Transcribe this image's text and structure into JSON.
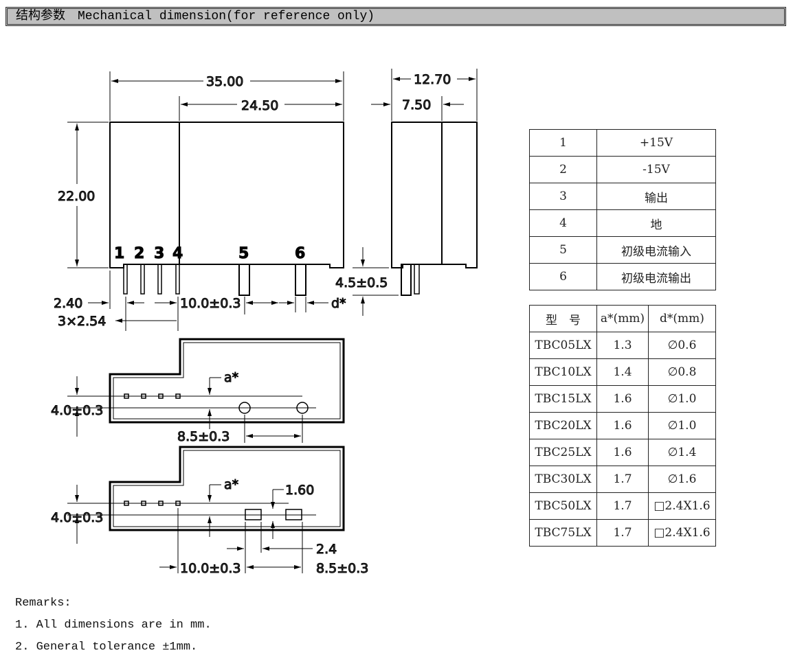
{
  "header": {
    "title_cn": "结构参数",
    "title_en": "Mechanical dimension(for reference only)"
  },
  "drawing": {
    "front": {
      "width_total": "35.00",
      "width_body": "24.50",
      "height": "22.00",
      "pins": [
        "1",
        "2",
        "3",
        "4",
        "5",
        "6"
      ],
      "pin_offset": "2.40",
      "pin_pitch": "3×2.54",
      "pin_spacing": "10.0±0.3",
      "pin_dia": "d*"
    },
    "side": {
      "depth": "12.70",
      "depth_inner": "7.50",
      "pin_length": "4.5±0.5"
    },
    "bottom_round": {
      "row_offset": "4.0±0.3",
      "a_label": "a*",
      "spacing": "8.5±0.3"
    },
    "bottom_square": {
      "row_offset": "4.0±0.3",
      "a_label": "a*",
      "pin_width": "1.60",
      "pin_len": "2.4",
      "spacing1": "10.0±0.3",
      "spacing2": "8.5±0.3"
    }
  },
  "pin_table": [
    [
      "1",
      "+15V"
    ],
    [
      "2",
      "-15V"
    ],
    [
      "3",
      "输出"
    ],
    [
      "4",
      "地"
    ],
    [
      "5",
      "初级电流输入"
    ],
    [
      "6",
      "初级电流输出"
    ]
  ],
  "model_table": {
    "headers": [
      "型　号",
      "a*(mm)",
      "d*(mm)"
    ],
    "rows": [
      [
        "TBC05LX",
        "1.3",
        "∅0.6"
      ],
      [
        "TBC10LX",
        "1.4",
        "∅0.8"
      ],
      [
        "TBC15LX",
        "1.6",
        "∅1.0"
      ],
      [
        "TBC20LX",
        "1.6",
        "∅1.0"
      ],
      [
        "TBC25LX",
        "1.6",
        "∅1.4"
      ],
      [
        "TBC30LX",
        "1.7",
        "∅1.6"
      ],
      [
        "TBC50LX",
        "1.7",
        "□2.4X1.6"
      ],
      [
        "TBC75LX",
        "1.7",
        "□2.4X1.6"
      ]
    ]
  },
  "remarks": {
    "title": "Remarks:",
    "items": [
      "1. All dimensions are in mm.",
      "2. General tolerance ±1mm."
    ]
  }
}
